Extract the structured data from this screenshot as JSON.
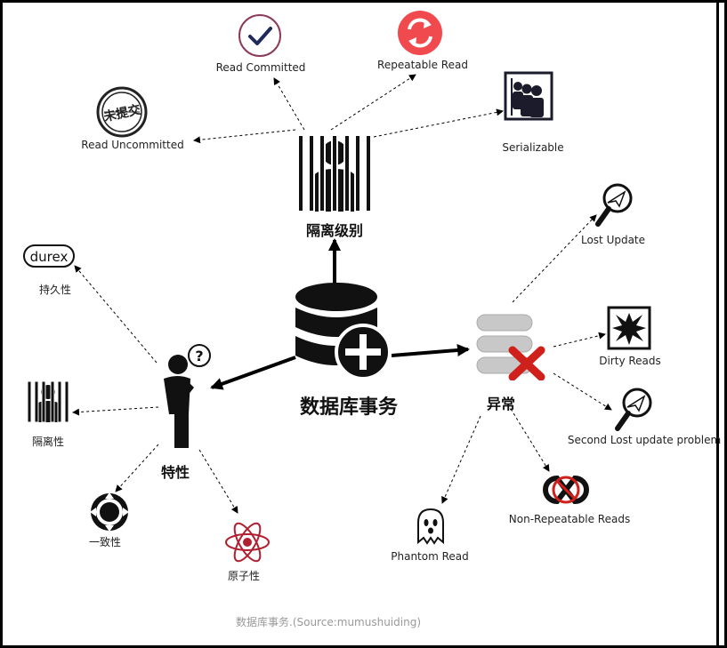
{
  "center": {
    "label": "数据库事务"
  },
  "isolation": {
    "label": "隔离级别",
    "levels": {
      "read_uncommitted": "Read Uncommitted",
      "read_committed": "Read Committed",
      "repeatable_read": "Repeatable Read",
      "serializable": "Serializable"
    },
    "stamp_text": "未提交"
  },
  "anomaly": {
    "label": "异常",
    "items": {
      "lost_update": "Lost Update",
      "dirty_reads": "Dirty Reads",
      "second_lost_update": "Second Lost update problem",
      "non_repeatable_reads": "Non-Repeatable Reads",
      "phantom_read": "Phantom Read"
    }
  },
  "properties": {
    "label": "特性",
    "items": {
      "durability": "持久性",
      "isolation": "隔离性",
      "consistency": "一致性",
      "atomicity": "原子性"
    },
    "durex_logo": "durex"
  },
  "caption": "数据库事务.(Source:mumushuiding)",
  "colors": {
    "read_committed_ring": "#8b3a5a",
    "check": "#1f2a5c",
    "repeatable_red": "#f04a4f",
    "anomaly_cross": "#d0201c",
    "atom": "#b02030"
  }
}
